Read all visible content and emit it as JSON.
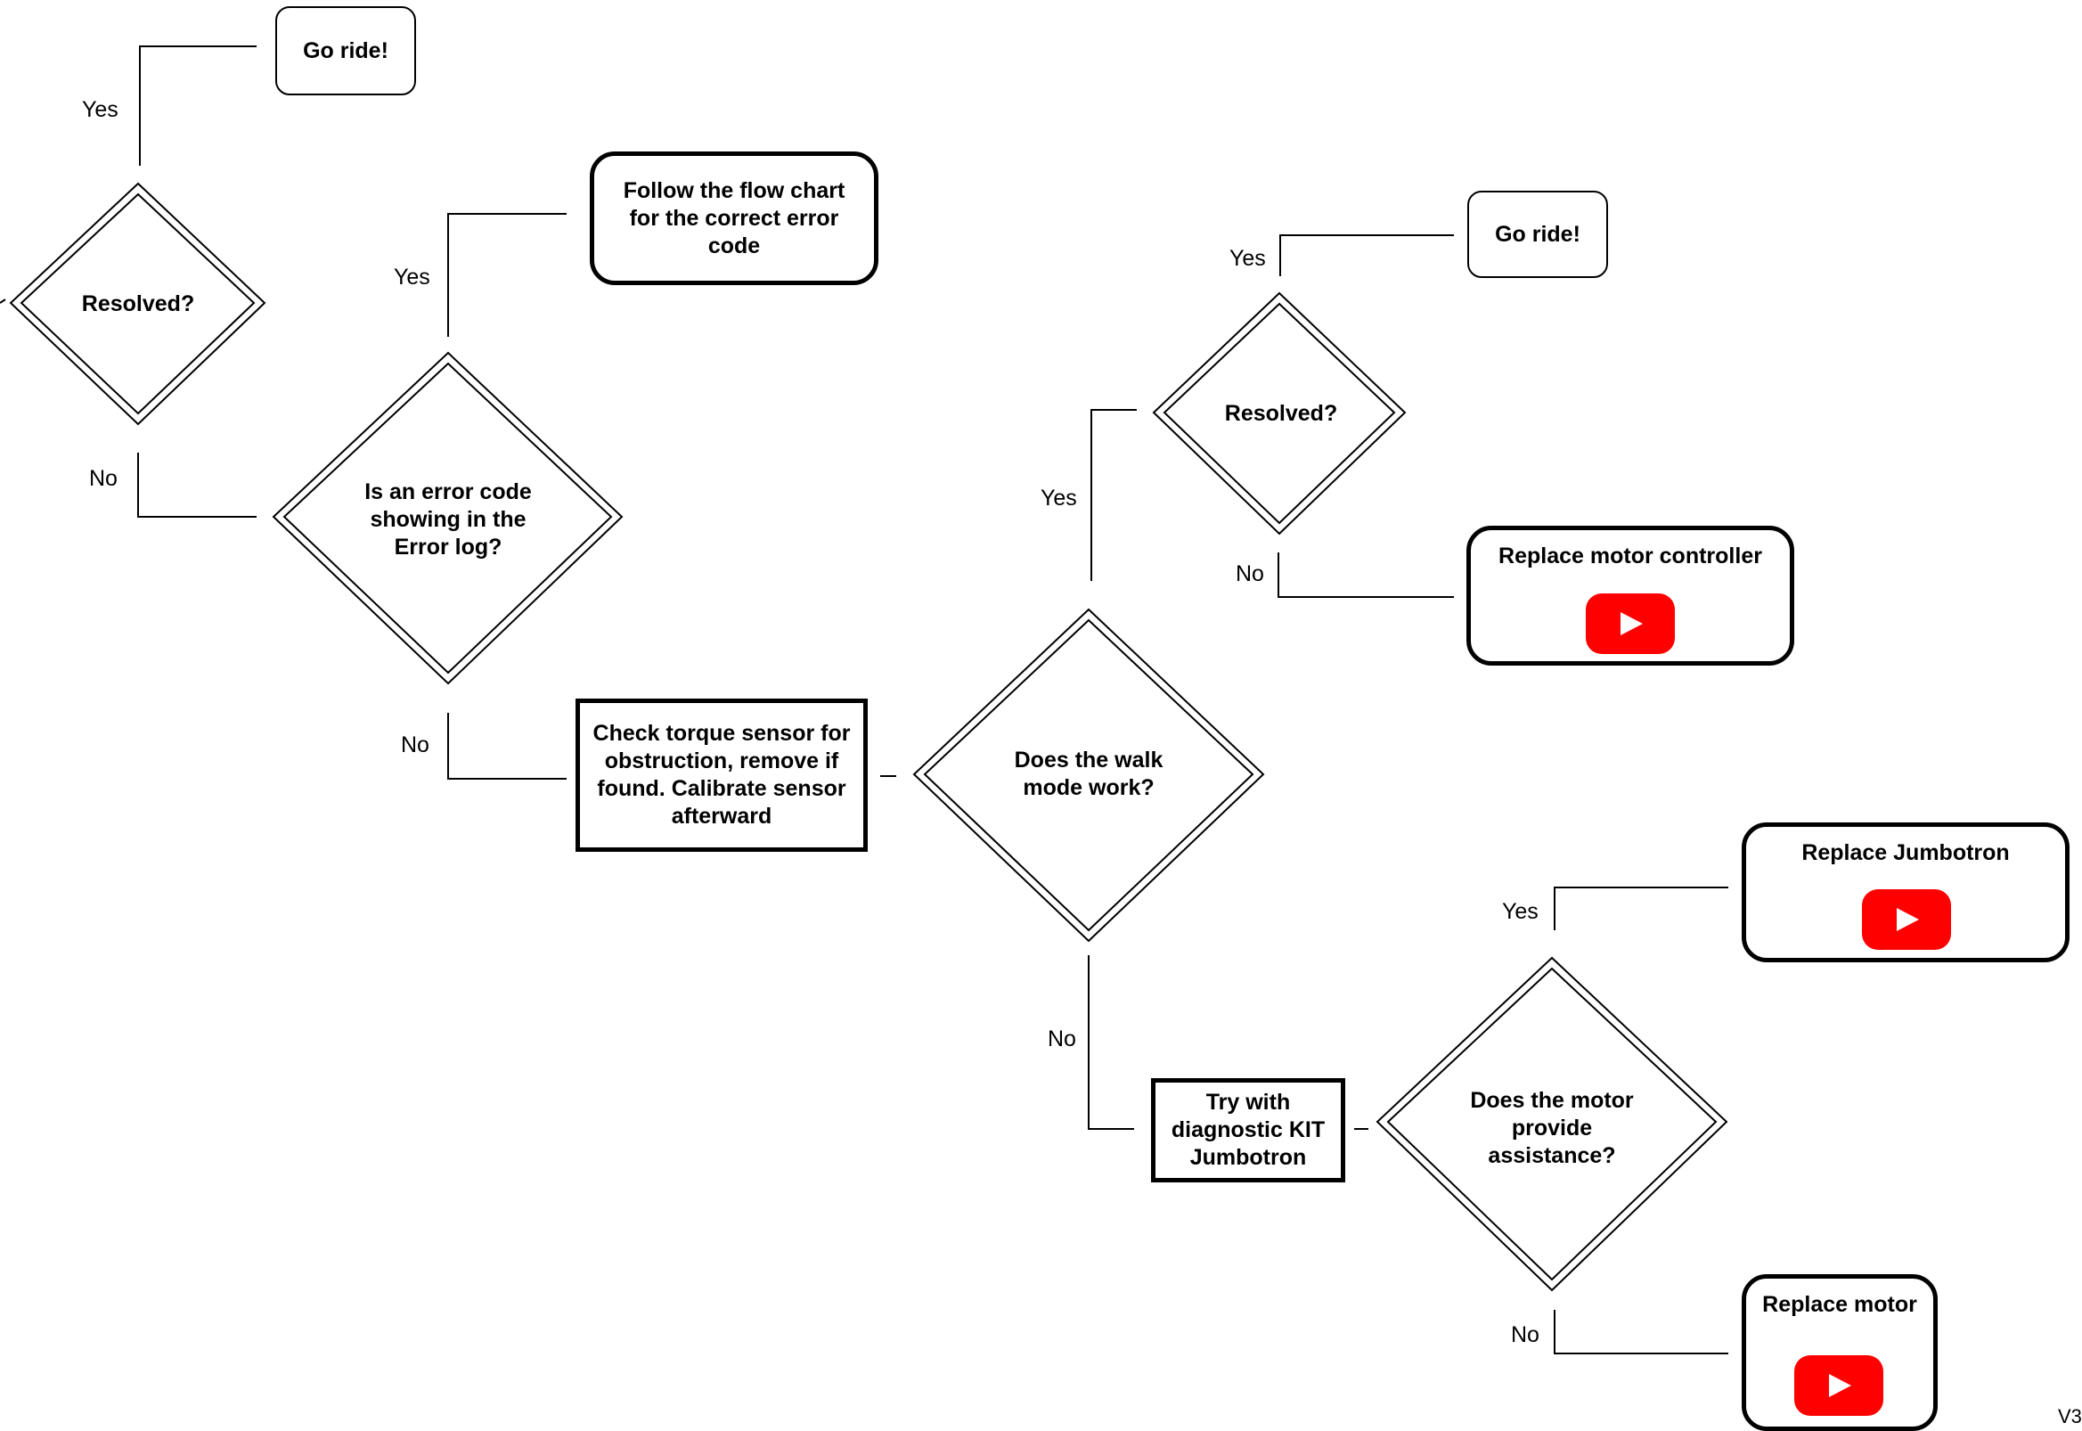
{
  "diagram": {
    "nodes": {
      "go_ride_top": "Go ride!",
      "resolved_left": "Resolved?",
      "follow_flow_chart": "Follow the flow chart for the correct error code",
      "error_code_question": "Is an error code showing in the Error log?",
      "check_torque_sensor": "Check torque sensor for obstruction, remove if found. Calibrate sensor afterward",
      "walk_mode_question": "Does the walk mode work?",
      "resolved_right": "Resolved?",
      "go_ride_right": "Go ride!",
      "replace_motor_controller": "Replace motor controller",
      "try_diagnostic_kit": "Try with diagnostic KIT Jumbotron",
      "motor_assistance_question": "Does the motor provide assistance?",
      "replace_jumbotron": "Replace Jumbotron",
      "replace_motor": "Replace motor"
    },
    "edge_labels": {
      "yes": "Yes",
      "no": "No"
    },
    "version": "V3"
  },
  "colors": {
    "line": "#000000",
    "video_button": "#ff0000",
    "background": "#ffffff"
  },
  "icons": {
    "video": "youtube-play-icon"
  }
}
